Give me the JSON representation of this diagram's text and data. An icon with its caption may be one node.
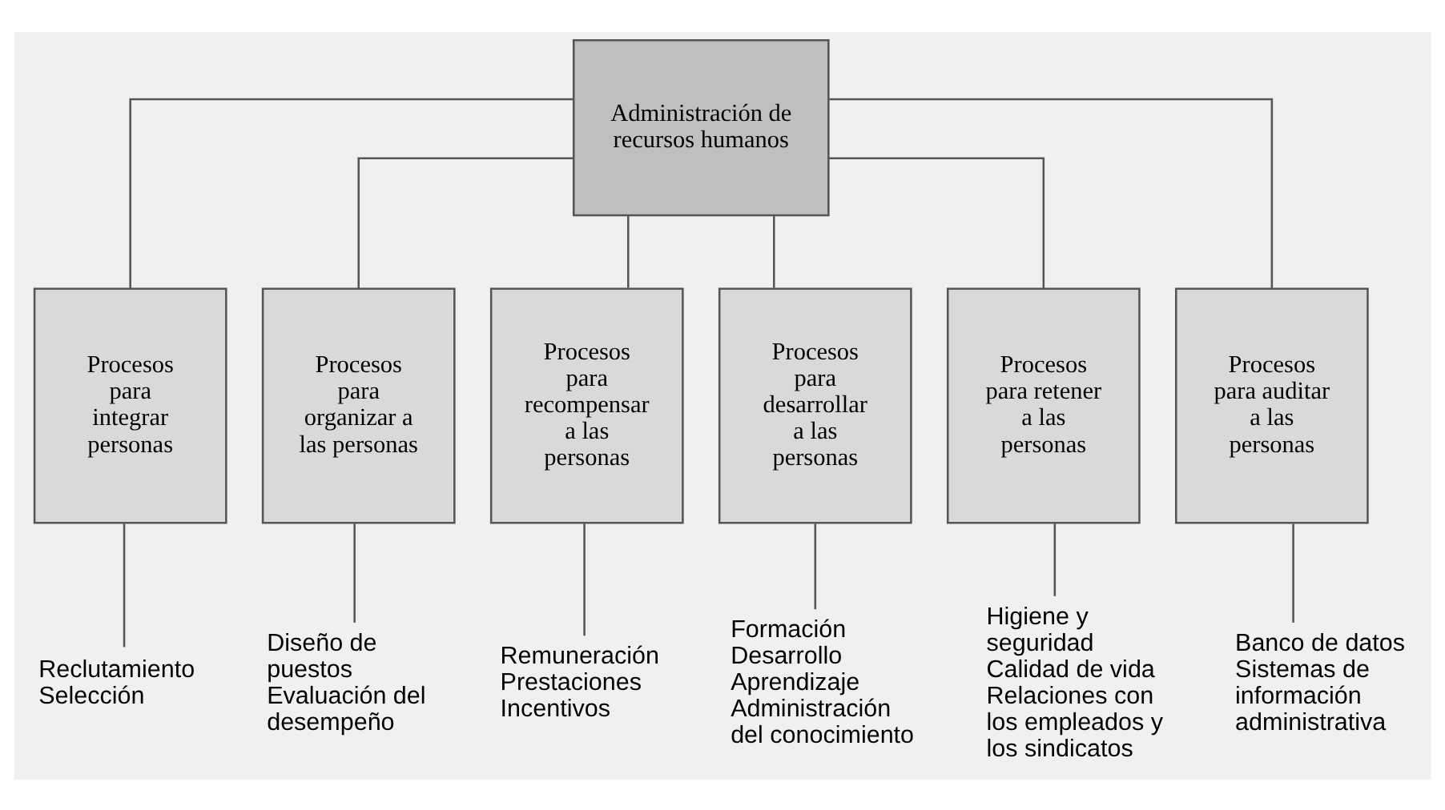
{
  "diagram": {
    "nodes": [
      {
        "text": [
          "Administración de recursos humanos"
        ]
      },
      {
        "text": [
          "Procesos para integrar personas"
        ]
      },
      {
        "text": [
          "Procesos para organizar a las personas"
        ]
      },
      {
        "text": [
          "Procesos para recompensar a las personas"
        ]
      },
      {
        "text": [
          "Procesos para desarrollar a las personas"
        ]
      },
      {
        "text": [
          "Procesos para retener a las personas"
        ]
      },
      {
        "text": [
          "Procesos para auditar a las personas"
        ]
      },
      {
        "text": [
          "Reclutamiento",
          "Selección"
        ]
      },
      {
        "text": [
          "Diseño de puestos",
          "Evaluación del desempeño"
        ]
      },
      {
        "text": [
          "Remuneración",
          "Prestaciones",
          "Incentivos"
        ]
      },
      {
        "text": [
          "Formación",
          "Desarrollo",
          "Aprendizaje",
          "Administración del conocimiento"
        ]
      },
      {
        "text": [
          "Higiene y seguridad",
          "Calidad de vida",
          "Relaciones con los empleados y los sindicatos"
        ]
      },
      {
        "text": [
          "Banco de datos",
          "Sistemas de información administrativa"
        ]
      }
    ],
    "edges": [
      {
        "from": 0,
        "to": 1,
        "arrow": "none"
      },
      {
        "from": 0,
        "to": 2,
        "arrow": "none"
      },
      {
        "from": 0,
        "to": 3,
        "arrow": "none"
      },
      {
        "from": 0,
        "to": 4,
        "arrow": "none"
      },
      {
        "from": 0,
        "to": 5,
        "arrow": "none"
      },
      {
        "from": 0,
        "to": 6,
        "arrow": "none"
      },
      {
        "from": 1,
        "to": 7,
        "arrow": "none"
      },
      {
        "from": 2,
        "to": 8,
        "arrow": "none"
      },
      {
        "from": 3,
        "to": 9,
        "arrow": "none"
      },
      {
        "from": 4,
        "to": 10,
        "arrow": "none"
      },
      {
        "from": 5,
        "to": 11,
        "arrow": "none"
      },
      {
        "from": 6,
        "to": 12,
        "arrow": "none"
      }
    ]
  }
}
